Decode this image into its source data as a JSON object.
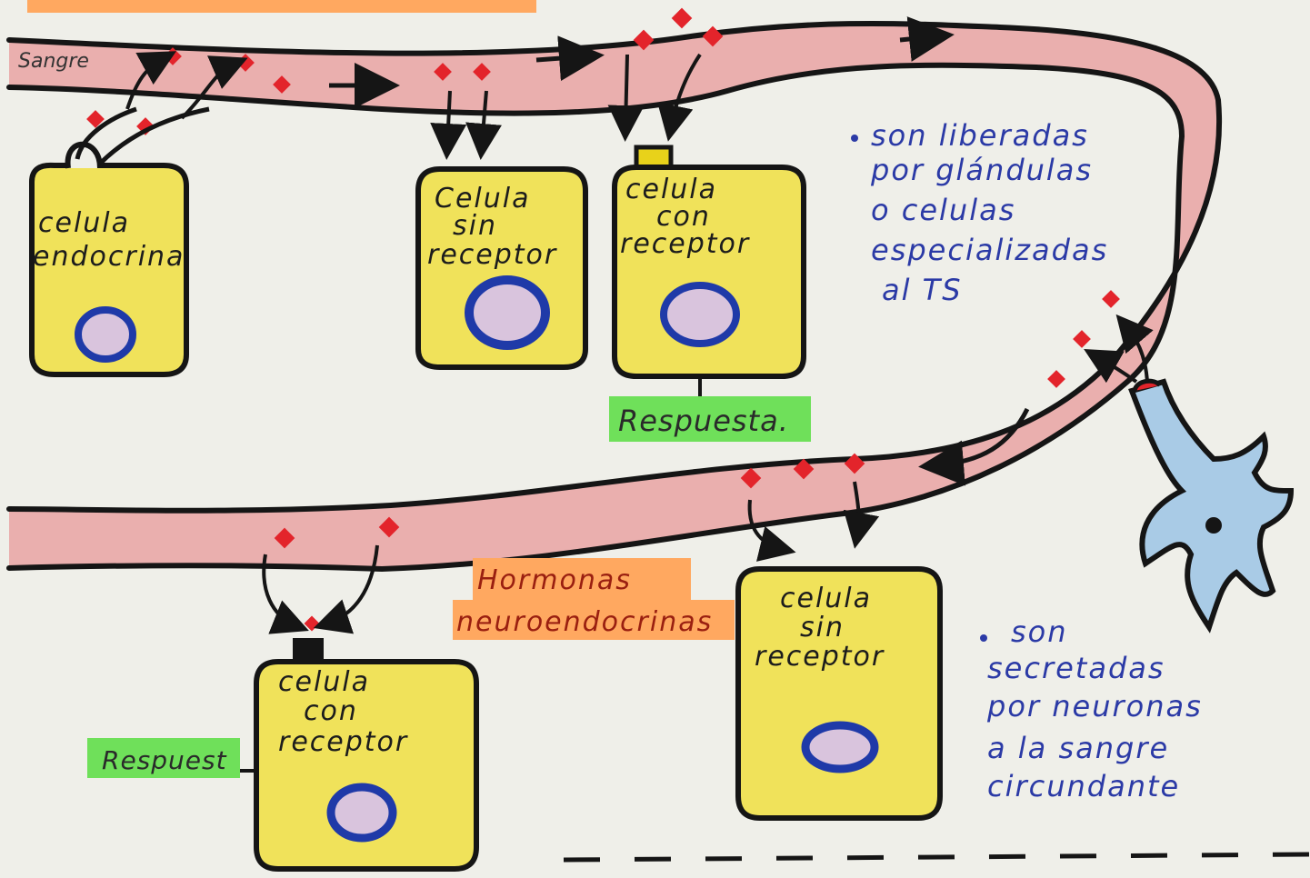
{
  "colors": {
    "paper": "#efefe9",
    "vessel": "#e89a9a",
    "cell_fill": "#f0e25a",
    "outline": "#151515",
    "nucleus_ring": "#1f3aa8",
    "nucleus_fill": "#d9c4dd",
    "hormone": "#e3242b",
    "note_ink": "#2b3aa6",
    "highlight_orange": "#ffa860",
    "highlight_green": "#6fe05a",
    "neuron": "#a9cbe6",
    "receptor_top": "#e8d21a"
  },
  "vessel_label": "Sangre",
  "cells": {
    "endocrine": [
      "celula",
      "endocrina"
    ],
    "no_receptor_top": [
      "Celula",
      "sin",
      "receptor"
    ],
    "receptor_top": [
      "celula",
      "con",
      "receptor"
    ],
    "receptor_bottom": [
      "celula",
      "con",
      "receptor"
    ],
    "no_receptor_bottom": [
      "celula",
      "sin",
      "receptor"
    ]
  },
  "responses": {
    "top": "Respuesta.",
    "bottom": "Respuest"
  },
  "heading_neuro": [
    "Hormonas",
    "neuroendocrinas"
  ],
  "notes": {
    "endocrine": [
      "son liberadas",
      "por glándulas",
      "o celulas",
      "especializadas",
      "al TS"
    ],
    "neuro": [
      "son",
      "secretadas",
      "por neuronas",
      "a la sangre",
      "circundante"
    ]
  },
  "icons": {
    "hormone": "hormone-diamond-icon",
    "arrow": "arrow-icon",
    "neuron": "neuron-icon",
    "nucleus": "nucleus-icon"
  }
}
